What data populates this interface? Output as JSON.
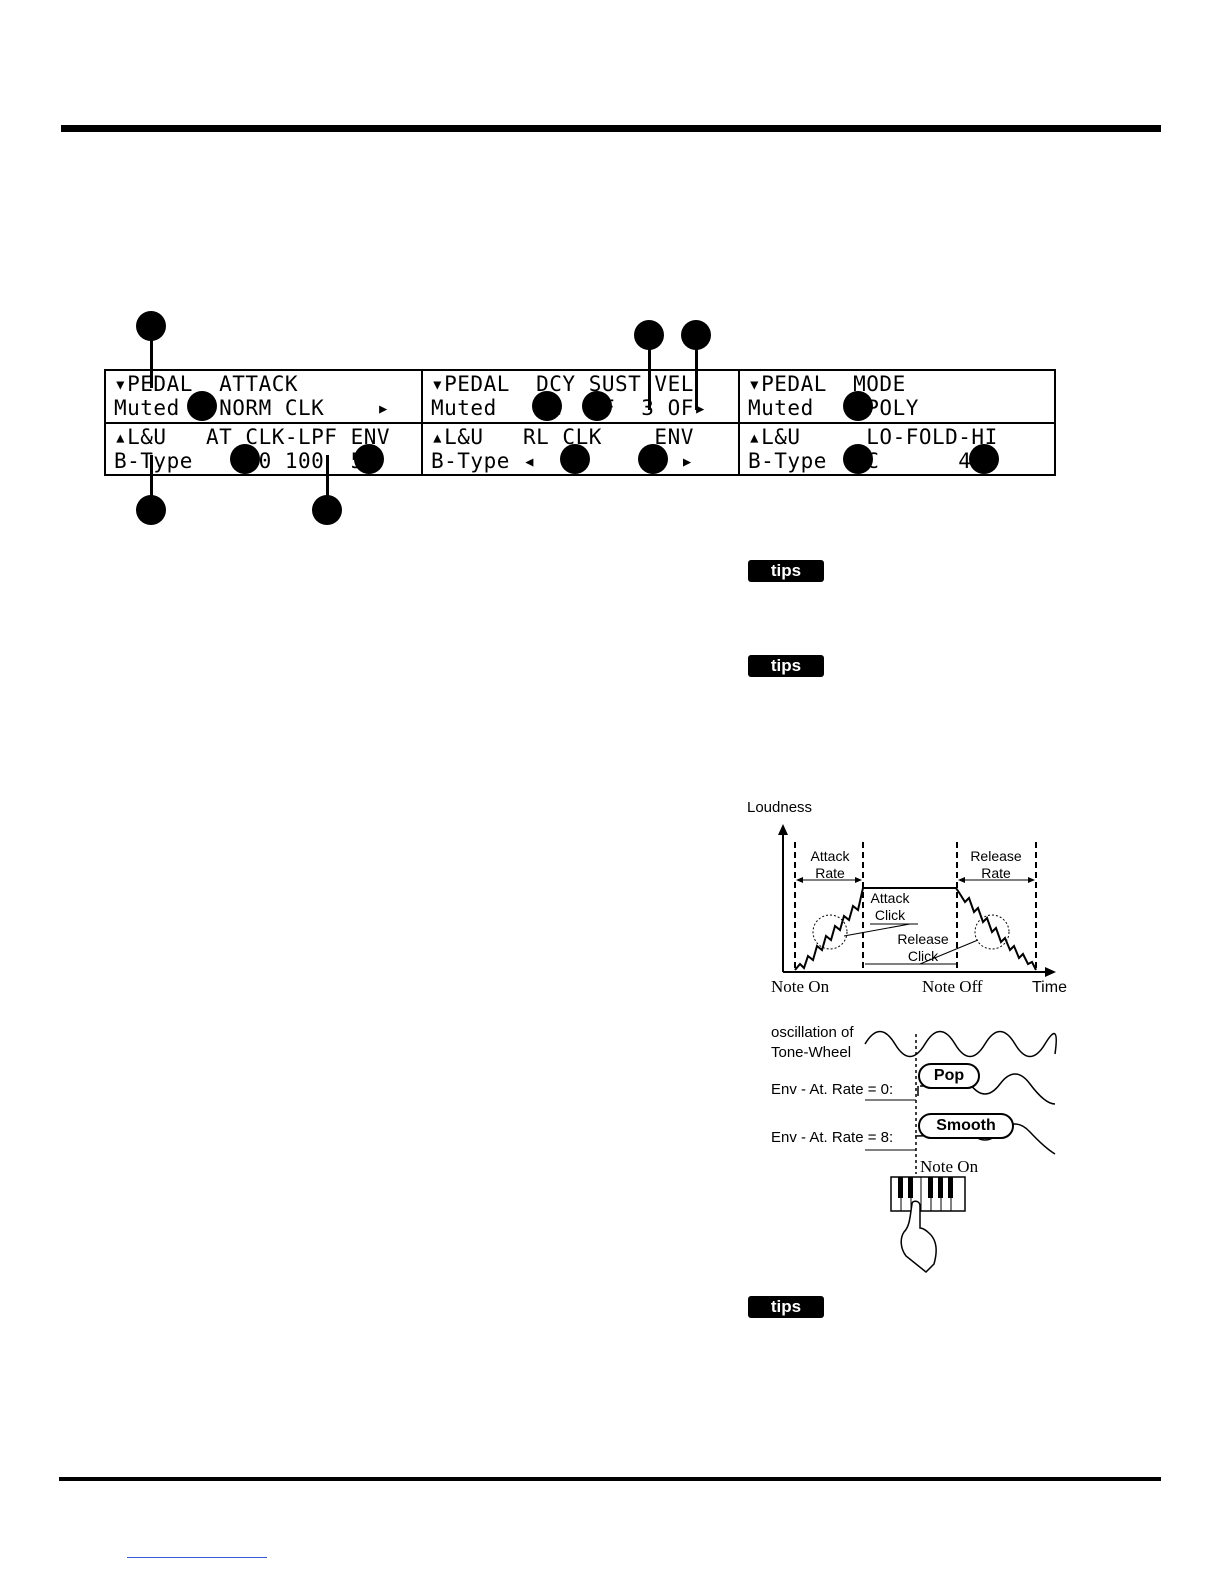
{
  "lcd": {
    "panels": [
      {
        "line1": "▾PEDAL  ATTACK",
        "line2": "Muted   NORM CLK    ▸"
      },
      {
        "line1": "▾PEDAL  DCY SUST VEL",
        "line2": "Muted    C  OF  3 OF▸"
      },
      {
        "line1": "▾PEDAL  MODE",
        "line2": "Muted    POLY"
      },
      {
        "line1": "▴L&U   AT CLK-LPF ENV",
        "line2": "B-Type    10 100  5▸"
      },
      {
        "line1": "▴L&U   RL CLK    ENV",
        "line2": "B-Type ◂   0    0  ▸"
      },
      {
        "line1": "▴L&U     LO-FOLD-HI",
        "line2": "B-Type  2C      4G"
      }
    ]
  },
  "tips": {
    "label": "tips"
  },
  "envelope_diagram": {
    "y_axis": "Loudness",
    "attack_rate": [
      "Attack",
      "Rate"
    ],
    "release_rate": [
      "Release",
      "Rate"
    ],
    "attack_click": [
      "Attack",
      "Click"
    ],
    "release_click": [
      "Release",
      "Click"
    ],
    "note_on": "Note On",
    "note_off": "Note Off",
    "time": "Time"
  },
  "wave_diagram": {
    "oscillation": [
      "oscillation of",
      "Tone-Wheel"
    ],
    "env_0": "Env - At. Rate = 0:",
    "env_8": "Env - At. Rate = 8:",
    "pop": "Pop",
    "smooth": "Smooth",
    "note_on": "Note On"
  }
}
